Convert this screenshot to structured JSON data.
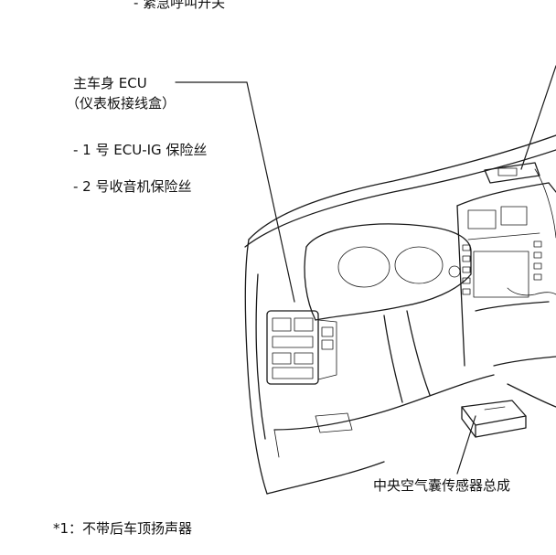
{
  "labels": {
    "top_partial": "- 紧急呼叫开关",
    "main_body_ecu_line1": "主车身 ECU",
    "main_body_ecu_line2": "（仪表板接线盒）",
    "fuse_ecu_ig1": "- 1 号 ECU-IG 保险丝",
    "fuse_radio2": "- 2 号收音机保险丝",
    "center_airbag_sensor": "中央空气囊传感器总成",
    "footnote": "*1：不带后车顶扬声器"
  }
}
